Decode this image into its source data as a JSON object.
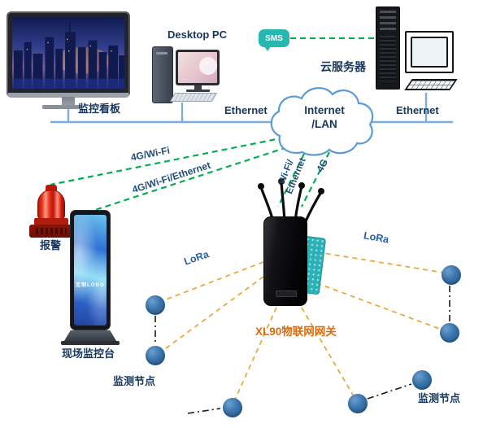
{
  "labels": {
    "dashboard": "监控看板",
    "desktop_pc": "Desktop PC",
    "sms": "SMS",
    "cloud_server": "云服务器",
    "ethernet_left": "Ethernet",
    "ethernet_right": "Ethernet",
    "cloud_line1": "Internet",
    "cloud_line2": "/LAN",
    "link_4g_wifi": "4G/Wi-Fi",
    "link_4g_wifi_ethernet": "4G/Wi-Fi/Ethernet",
    "link_wifi_ethernet_line1": "Wi-Fi/",
    "link_wifi_ethernet_line2": "Ethernet",
    "link_4g": "4G",
    "alarm": "报警",
    "field_console": "现场监控台",
    "kiosk_screen_text": "定制LOGO",
    "gateway": "XL90物联网网关",
    "lora_left": "LoRa",
    "lora_right": "LoRa",
    "monitor_nodes_left": "监测节点",
    "monitor_nodes_right": "监测节点"
  },
  "colors": {
    "ethernet_line": "#7aaedc",
    "wireless_line": "#00b050",
    "lora_line": "#eda83d",
    "node_link_line": "#1c1c1c",
    "label_navy": "#17375e",
    "link_label_blue": "#1f4e79",
    "gateway_label_orange": "#d96b0d",
    "node_fill": "#3a74ab",
    "sms_teal": "#25b7b0",
    "cloud_stroke": "#5b9bd5"
  }
}
